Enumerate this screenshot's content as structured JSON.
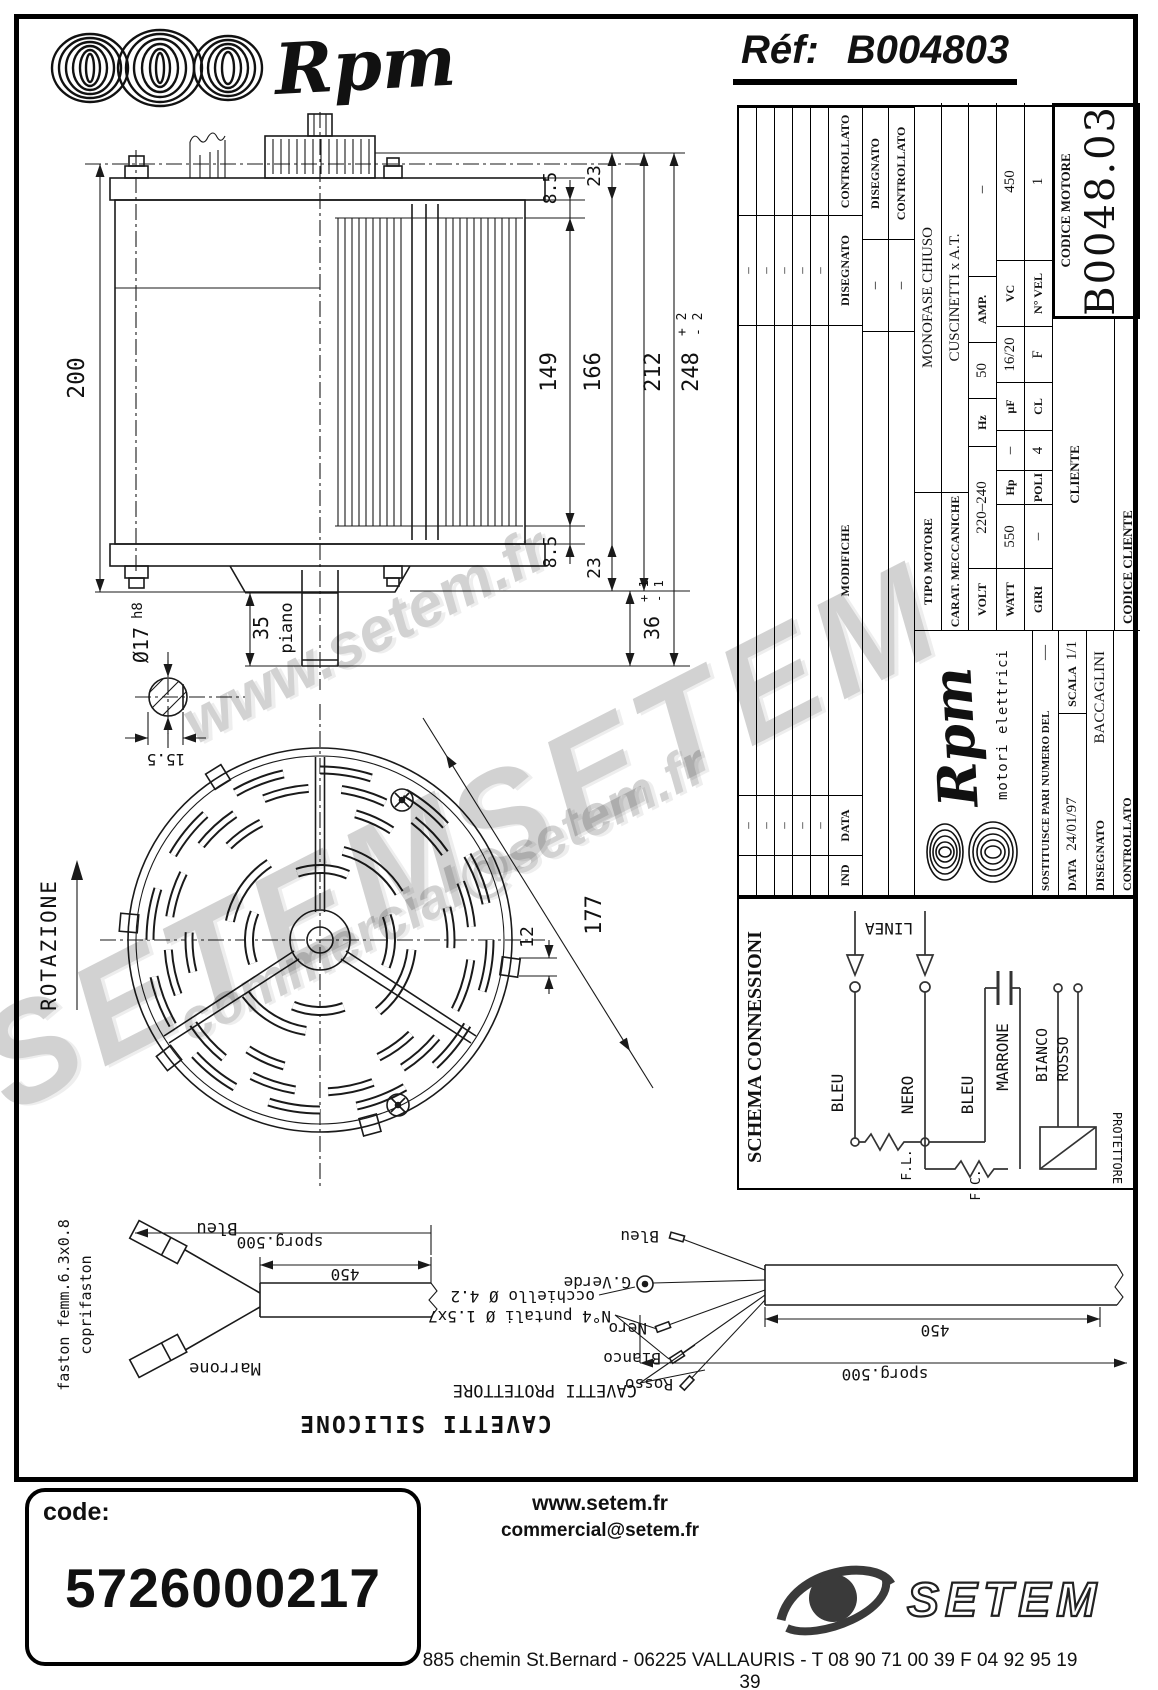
{
  "header": {
    "brand": "Rpm",
    "ref_label": "Réf:",
    "ref_value": "B004803"
  },
  "watermarks": {
    "site": "www.setem.fr",
    "brand": "SETEM",
    "email": "commercial@setem.fr"
  },
  "side_view": {
    "d200": "200",
    "d85_top": "8.5",
    "d23_top": "23",
    "d149": "149",
    "d166": "166",
    "d212": "212",
    "d248": "248",
    "d248_tol_plus": "+ 2",
    "d248_tol_minus": "- 2",
    "d85_bot": "8.5",
    "d23_bot": "23",
    "d36": "36",
    "d36_tol_plus": "+ 1",
    "d36_tol_minus": "- 1",
    "d35": "35",
    "piano": "piano",
    "shaft_dia": "Ø17",
    "shaft_fit": "h8",
    "flat_width": "15.5"
  },
  "front_view": {
    "rotation": "ROTAZIONE",
    "diameter": "177",
    "tab": "12"
  },
  "title_block": {
    "dash": "–",
    "rev_cols": {
      "ind": "IND",
      "data": "DATA",
      "modifiche": "MODIFICHE",
      "disegnato": "DISEGNATO",
      "controllato": "CONTROLLATO"
    },
    "brand": "Rpm",
    "brand_sub": "motori elettrici",
    "sostituisce_label": "SOSTITUISCE PARI NUMERO DEL",
    "sostituisce_value": "—",
    "data_label": "DATA",
    "data_value": "24/01/97",
    "scala_label": "SCALA",
    "scala_value": "1/1",
    "disegnato_label": "DISEGNATO",
    "disegnato_value": "BACCAGLINI",
    "controllato_label": "CONTROLLATO",
    "tipo_label": "TIPO MOTORE",
    "tipo_value": "MONOFASE CHIUSO",
    "carat_label": "CARAT. MECCANICHE",
    "carat_value": "CUSCINETTI x A.T.",
    "volt_label": "VOLT",
    "volt_value": "220–240",
    "hz_label": "Hz",
    "hz_value": "50",
    "amp_label": "AMP.",
    "amp_value": "–",
    "watt_label": "WATT",
    "watt_value": "550",
    "hp_label": "Hp",
    "hp_value": "–",
    "uf_label": "µF",
    "uf_value": "16/20",
    "vc_label": "VC",
    "vc_value": "450",
    "giri_label": "GIRI",
    "giri_value": "–",
    "poli_label": "POLI",
    "poli_value": "4",
    "cl_label": "CL",
    "cl_value": "F",
    "nvel_label": "N° VEL",
    "nvel_value": "1",
    "cliente_label": "CLIENTE",
    "codice_cliente_label": "CODICE CLIENTE",
    "codice_motore_label": "CODICE MOTORE",
    "codice_motore_value": "B0048.03"
  },
  "schema": {
    "title": "SCHEMA CONNESSIONI",
    "linea": "LINEA",
    "wire1": "BLEU",
    "wire2": "NERO",
    "wire3": "BLEU",
    "wire4": "MARRONE",
    "wire5": "BIANCO",
    "wire6": "ROSSO",
    "fl": "F.L.",
    "fc": "F.C.",
    "protettore": "PROTETTORE"
  },
  "cables": {
    "left": {
      "caption_line1": "faston femm.6.3x0.8",
      "caption_line2": "coprifaston",
      "label_blue": "Bleu",
      "label_brown": "Marrone",
      "dim_450": "450",
      "dim_sporg": "sporg.500"
    },
    "right": {
      "eyelet": "occhiello Ø 4.2",
      "gverde": "G.Verde",
      "nero": "Nero",
      "bianco": "Bianco",
      "rosso": "Rosso",
      "bleu": "Bleu",
      "puntali": "N°4 puntali Ø 1.5x7",
      "protettore": "CAVETTI PROTETTORE",
      "dim_450": "450",
      "dim_sporg": "sporg.500"
    },
    "silicone": "CAVETTI SILICONE"
  },
  "footer": {
    "code_label": "code:",
    "code_value": "5726000217",
    "site": "www.setem.fr",
    "email": "commercial@setem.fr",
    "brand": "SETEM",
    "address": "885 chemin St.Bernard - 06225 VALLAURIS - T 08 90 71 00 39 F 04 92 95 19 39"
  }
}
